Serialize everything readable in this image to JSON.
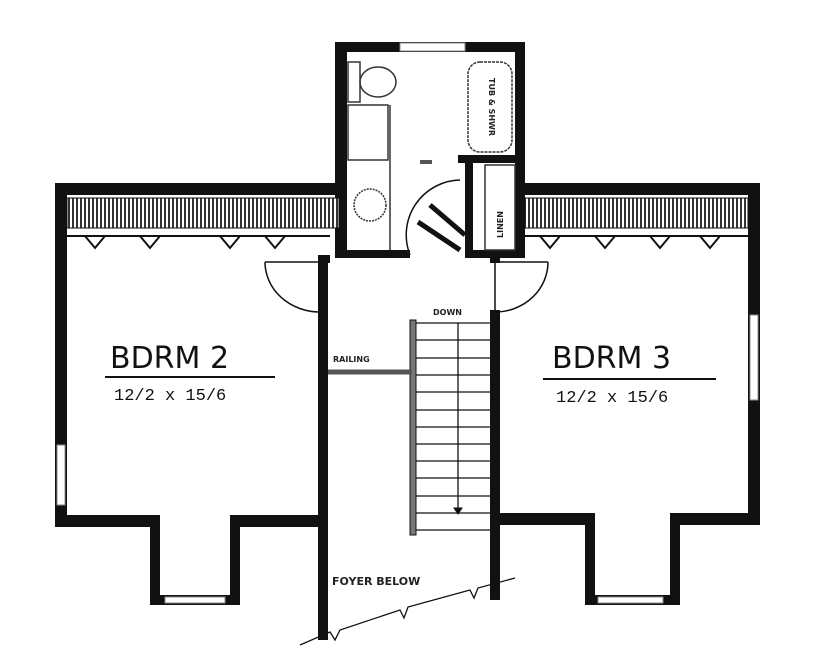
{
  "rooms": {
    "bdrm2": {
      "name": "BDRM 2",
      "size": "12/2 x 15/6"
    },
    "bdrm3": {
      "name": "BDRM 3",
      "size": "12/2 x 15/6"
    }
  },
  "labels": {
    "down": "DOWN",
    "railing": "RAILING",
    "foyer_below": "FOYER BELOW",
    "linen": "LINEN",
    "tub_shwr": "TUB & SHWR"
  }
}
